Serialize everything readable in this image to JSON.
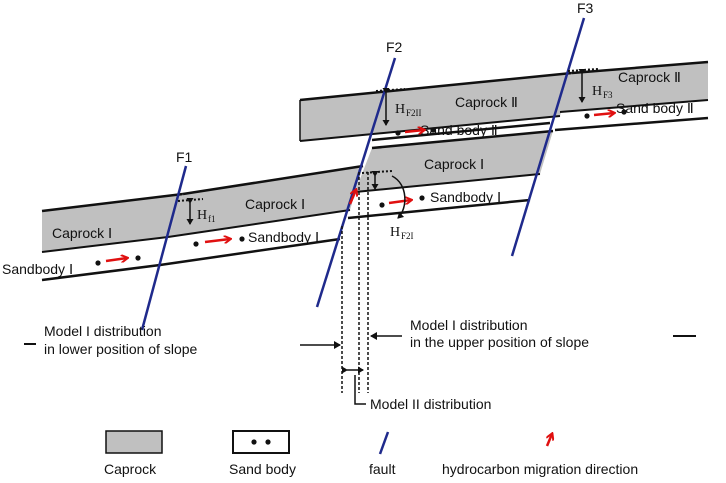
{
  "faults": {
    "f1": "F1",
    "f2": "F2",
    "f3": "F3"
  },
  "layers": {
    "caprock_i": "Caprock Ⅰ",
    "caprock_ii": "Caprock Ⅱ",
    "sandbody_i": "Sandbody Ⅰ",
    "sand_body_ii": "Sand body Ⅱ"
  },
  "heights": {
    "h": "H",
    "f1_sub": "f1",
    "f2i_sub": "F2I",
    "f2ii_sub": "F2II",
    "f3_sub": "F3"
  },
  "annotations": {
    "model1_lower_line1": "Model I distribution",
    "model1_lower_line2": "in lower position of slope",
    "model1_upper_line1": "Model I distribution",
    "model1_upper_line2": "in the upper position of slope",
    "model2": "Model II distribution"
  },
  "legend": {
    "caprock": "Caprock",
    "sand_body": "Sand body",
    "fault": "fault",
    "migration": "hydrocarbon migration direction"
  },
  "colors": {
    "caprock_fill": "#c0c0c0",
    "fault_line": "#1f2a8c",
    "arrow": "#e01010",
    "ink": "#111111"
  }
}
